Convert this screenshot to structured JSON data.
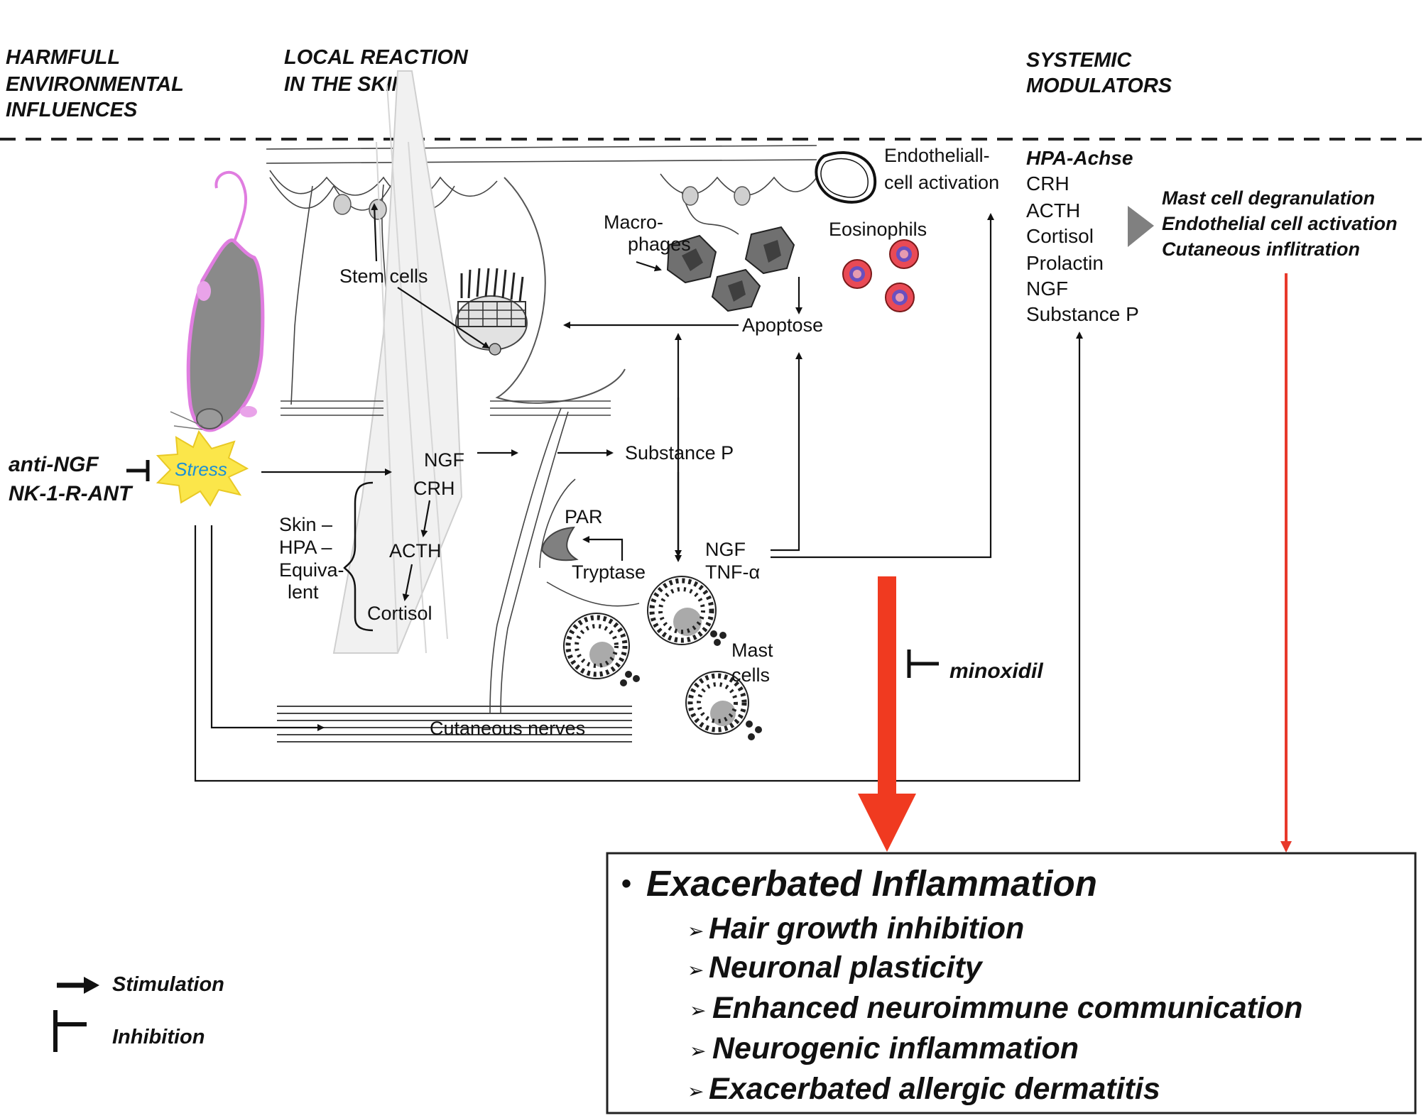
{
  "headers": {
    "col1": [
      "HARMFULL",
      "ENVIRONMENTAL",
      "INFLUENCES"
    ],
    "col2": [
      "LOCAL REACTION",
      "IN THE SKIN"
    ],
    "col3": [
      "SYSTEMIC",
      "MODULATORS"
    ]
  },
  "labels": {
    "endothelial": [
      "Endotheliall-",
      "cell activation"
    ],
    "eosinophils": "Eosinophils",
    "macrophages": [
      "Macro-",
      "phages"
    ],
    "stem_cells": "Stem cells",
    "apoptose": "Apoptose",
    "stress": "Stress",
    "anti_ngf": "anti-NGF",
    "nk1": "NK-1-R-ANT",
    "ngf": "NGF",
    "crh": "CRH",
    "acth": "ACTH",
    "cortisol": "Cortisol",
    "skin_hpa": [
      "Skin –",
      "HPA –",
      "Equiva-",
      "lent"
    ],
    "substance_p": "Substance P",
    "par": "PAR",
    "tryptase": "Tryptase",
    "ngf_tnf": [
      "NGF",
      "TNF-α"
    ],
    "mast_cells": [
      "Mast",
      "cells"
    ],
    "cutaneous_nerves": "Cutaneous nerves",
    "minoxidil": "minoxidil"
  },
  "systemic": {
    "title": "HPA-Achse",
    "items": [
      "CRH",
      "ACTH",
      "Cortisol",
      "Prolactin",
      "NGF",
      "Substance P"
    ]
  },
  "effects": [
    "Mast cell degranulation",
    "Endothelial  cell activation",
    "Cutaneous inflitration"
  ],
  "outcome": {
    "bullet": "•",
    "title": "Exacerbated Inflammation",
    "marker": "➢",
    "items": [
      "Hair growth inhibition",
      "Neuronal plasticity",
      "Enhanced neuroimmune communication",
      "Neurogenic inflammation",
      "Exacerbated allergic dermatitis"
    ]
  },
  "legend": {
    "stimulation": "Stimulation",
    "inhibition": "Inhibition"
  },
  "colors": {
    "red_arrow": "#f03a20",
    "thin_red": "#e8392b",
    "stress_star": "#fbe64a",
    "stress_text": "#1a8fd6",
    "mouse_body": "#8a8a8a",
    "mouse_outline": "#e07de0",
    "eosinophil_outer": "#e94a55",
    "eosinophil_inner": "#6a4fbf",
    "cells": "#707070"
  }
}
